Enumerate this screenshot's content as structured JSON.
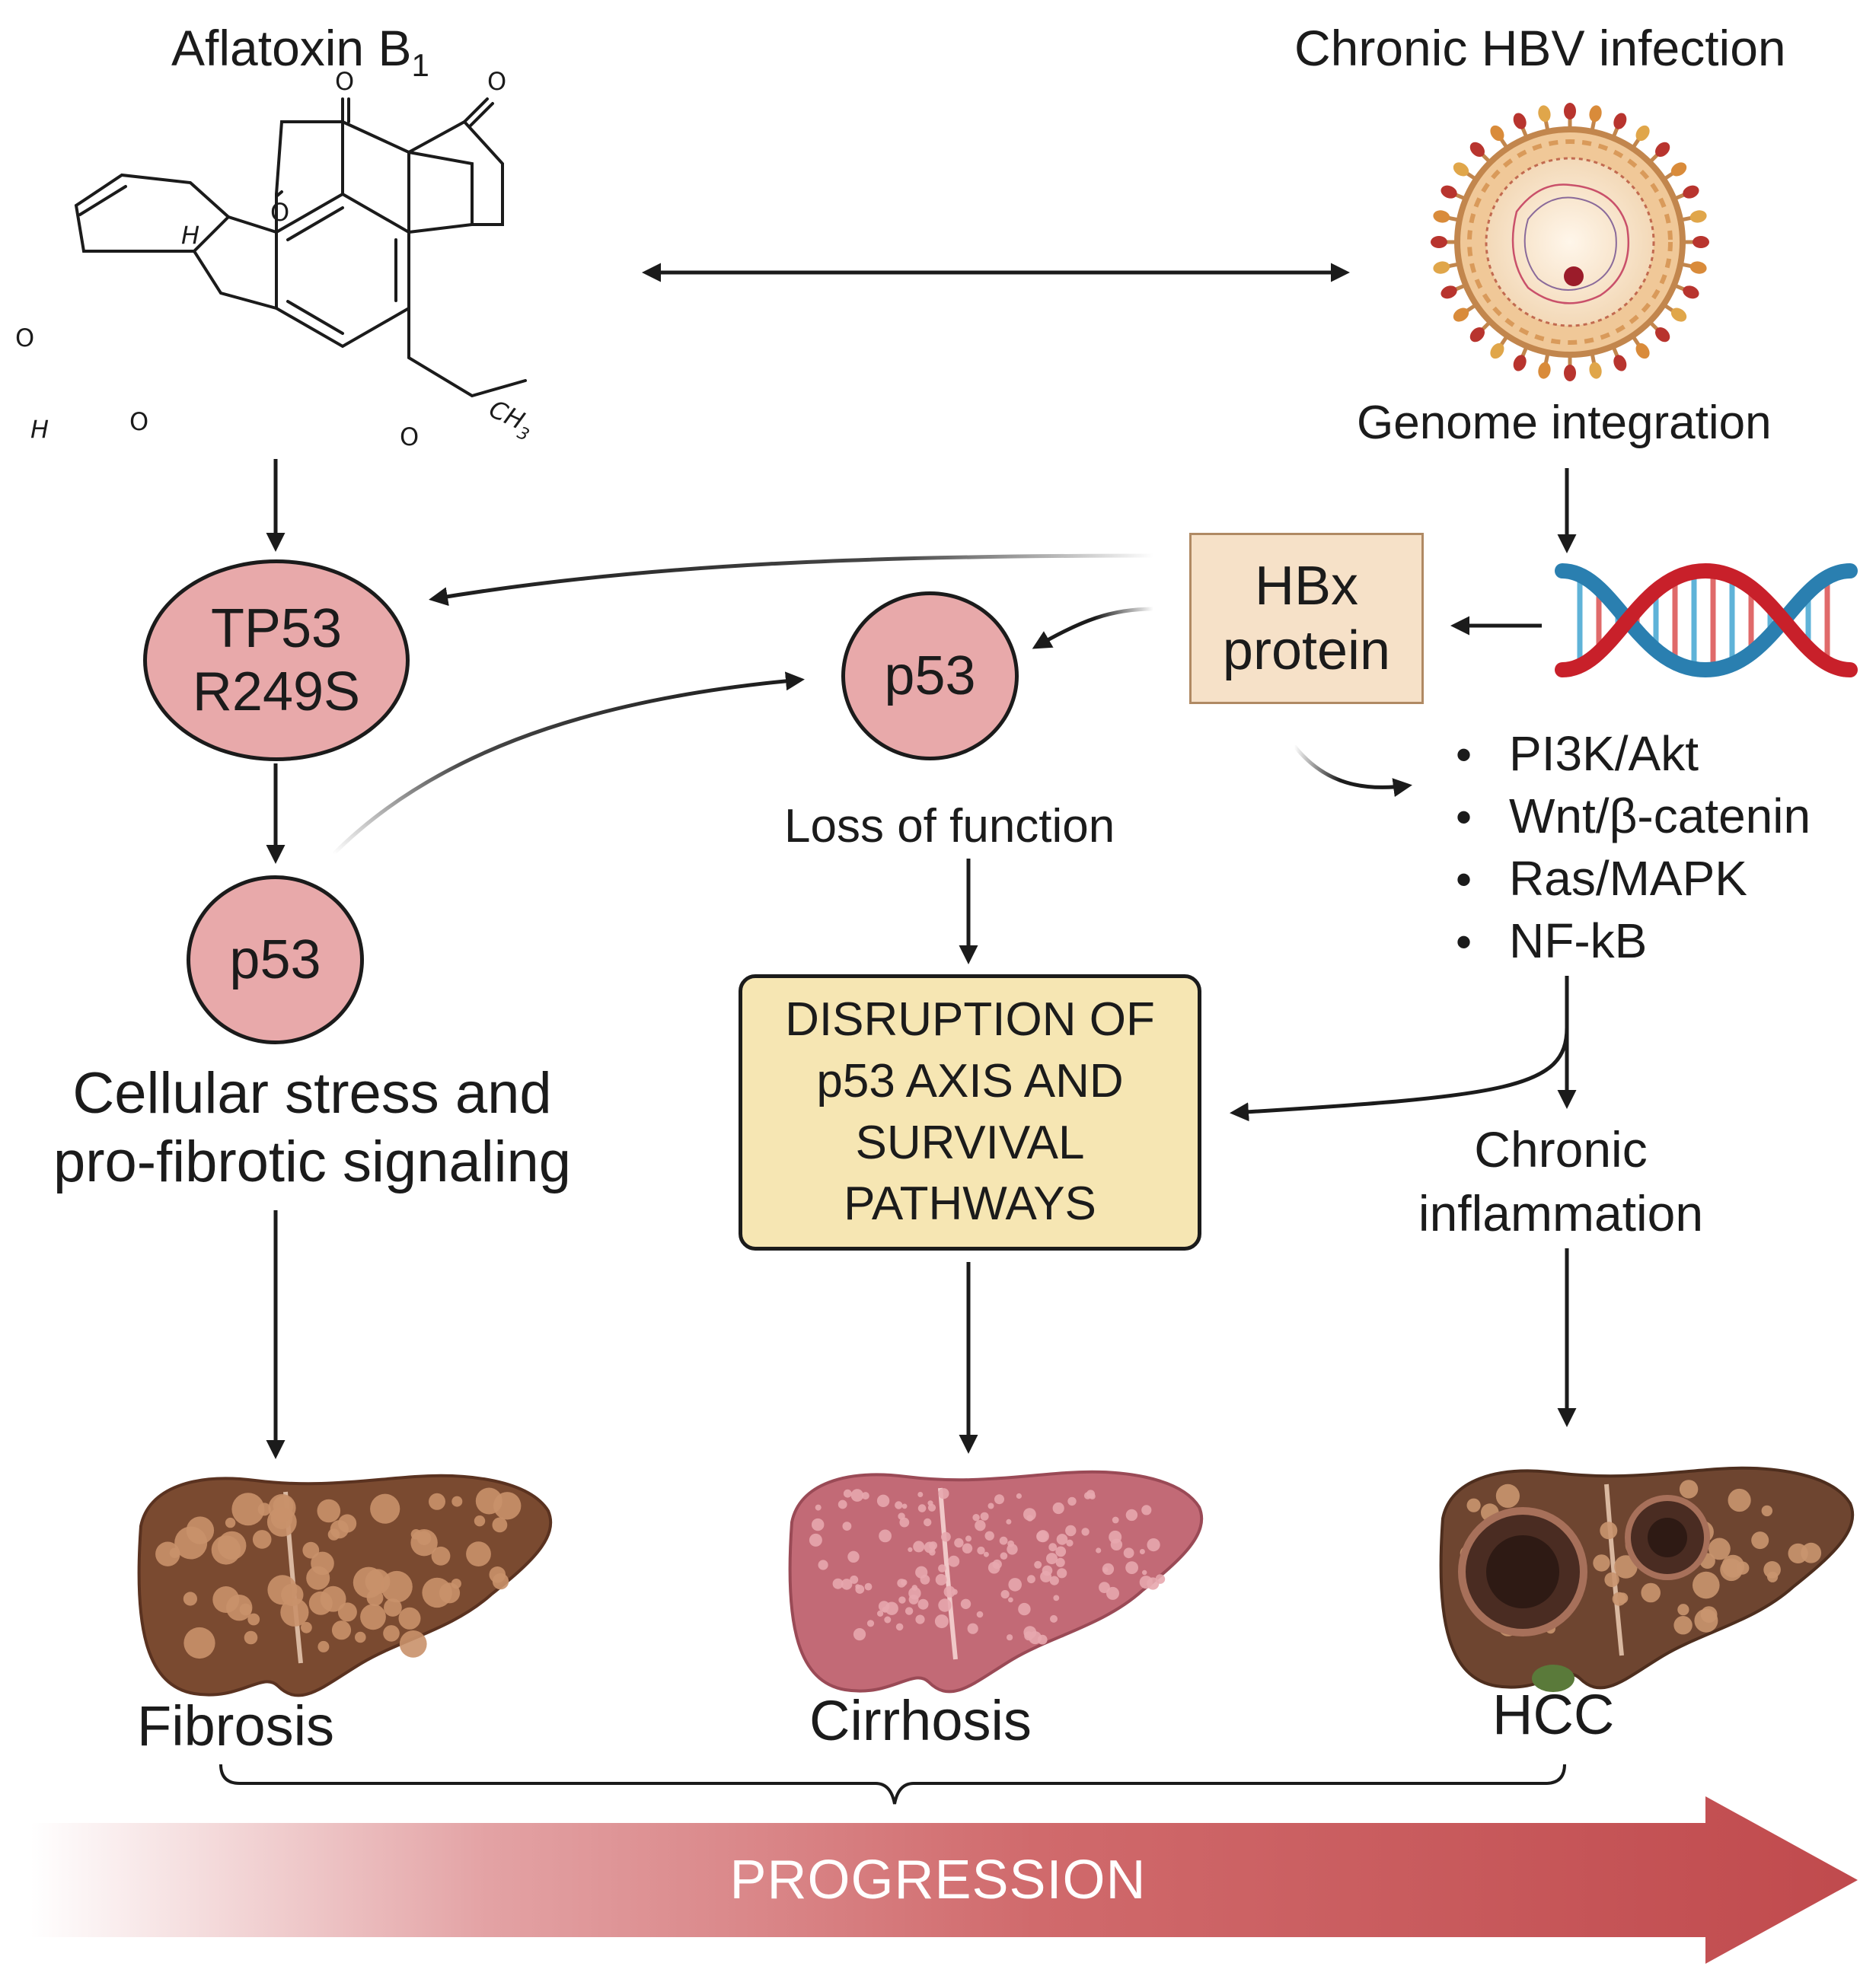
{
  "toxin": {
    "label": "Aflatoxin B",
    "subscript": "1"
  },
  "hbv": {
    "title": "Chronic HBV infection",
    "genome_label": "Genome integration",
    "hbx_label_line1": "HBx",
    "hbx_label_line2": "protein",
    "pathways": [
      "PI3K/Akt",
      "Wnt/β-catenin",
      "Ras/MAPK",
      "NF-kB"
    ],
    "inflammation_line1": "Chronic",
    "inflammation_line2": "inflammation"
  },
  "left_branch": {
    "mutation_line1": "TP53",
    "mutation_line2": "R249S",
    "protein": "p53",
    "effect_line1": "Cellular stress and",
    "effect_line2": "pro-fibrotic signaling"
  },
  "middle_branch": {
    "protein": "p53",
    "effect": "Loss of function",
    "box_lines": [
      "DISRUPTION OF",
      "p53 AXIS AND",
      "SURVIVAL",
      "PATHWAYS"
    ]
  },
  "outcomes": {
    "fibrosis": "Fibrosis",
    "cirrhosis": "Cirrhosis",
    "hcc": "HCC"
  },
  "progression": "PROGRESSION",
  "structure_labels": {
    "oxygen": "O",
    "hydrogen": "H",
    "methyl": "CH",
    "methyl_sub": "3"
  },
  "colors": {
    "ellipse_fill": "#e8a9aa",
    "hbx_fill": "#f6e1c8",
    "disruption_fill": "#f6e6b3",
    "progression_arrow": "#c45052",
    "dna_red": "#c8202a",
    "dna_blue": "#2a7fb0",
    "liver_brown": "#7a4a30",
    "liver_pink": "#c26a76"
  },
  "icons": [
    "aflatoxin-structure-icon",
    "hbv-virus-icon",
    "dna-helix-icon",
    "liver-fibrosis-icon",
    "liver-cirrhosis-icon",
    "liver-hcc-icon"
  ]
}
